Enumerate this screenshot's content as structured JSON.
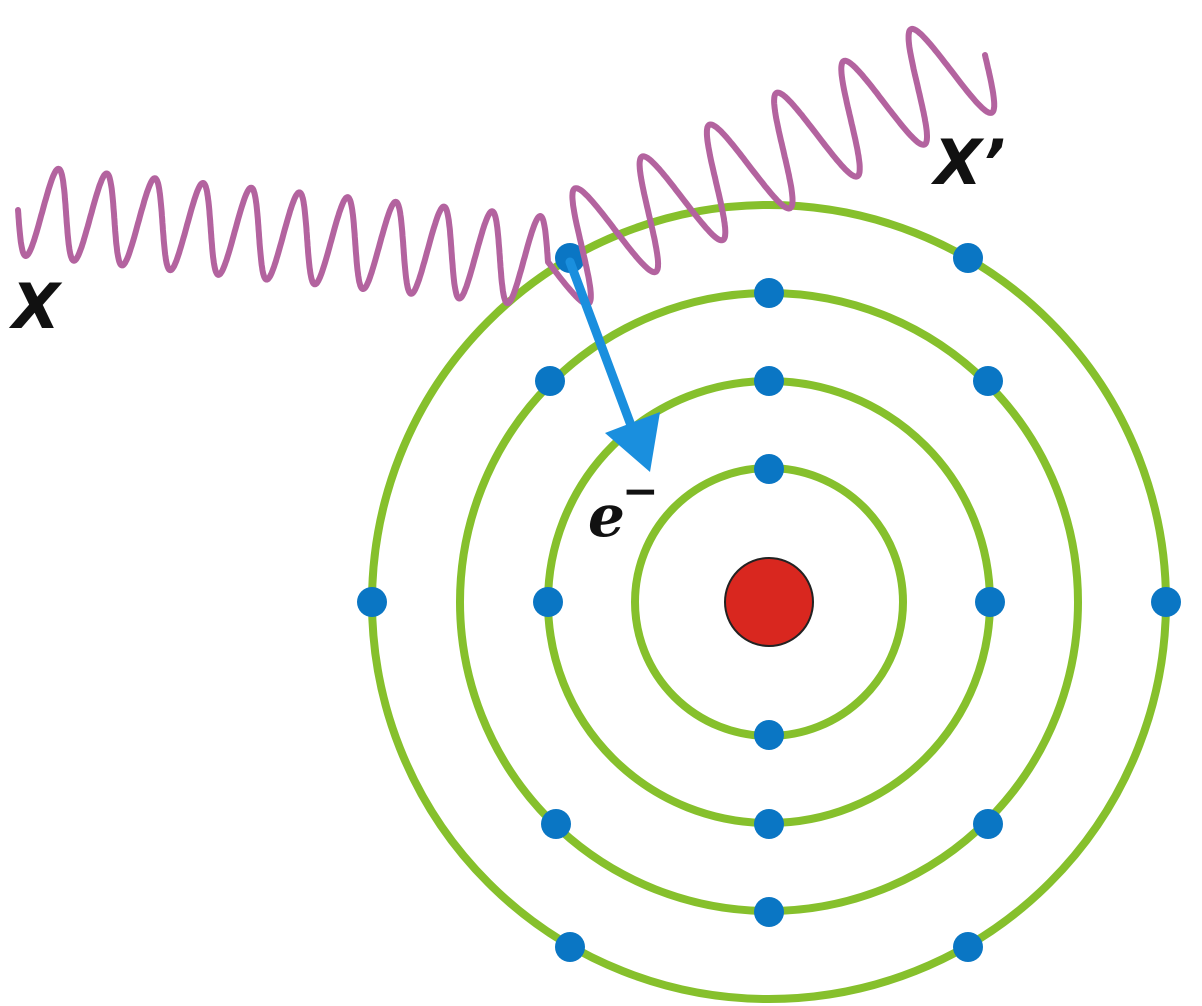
{
  "labels": {
    "incident_photon": "X",
    "scattered_photon": "X’",
    "electron": "e",
    "electron_charge": "−"
  },
  "colors": {
    "orbit": "#86c02c",
    "electron": "#0a76c4",
    "nucleus": "#d9271f",
    "nucleus_outline": "#222222",
    "arrow": "#1a8fde",
    "photon_wave": "#b3639f",
    "text": "#111111"
  },
  "atom": {
    "shell_count": 4,
    "electrons_per_shell": [
      2,
      4,
      6,
      6
    ]
  }
}
